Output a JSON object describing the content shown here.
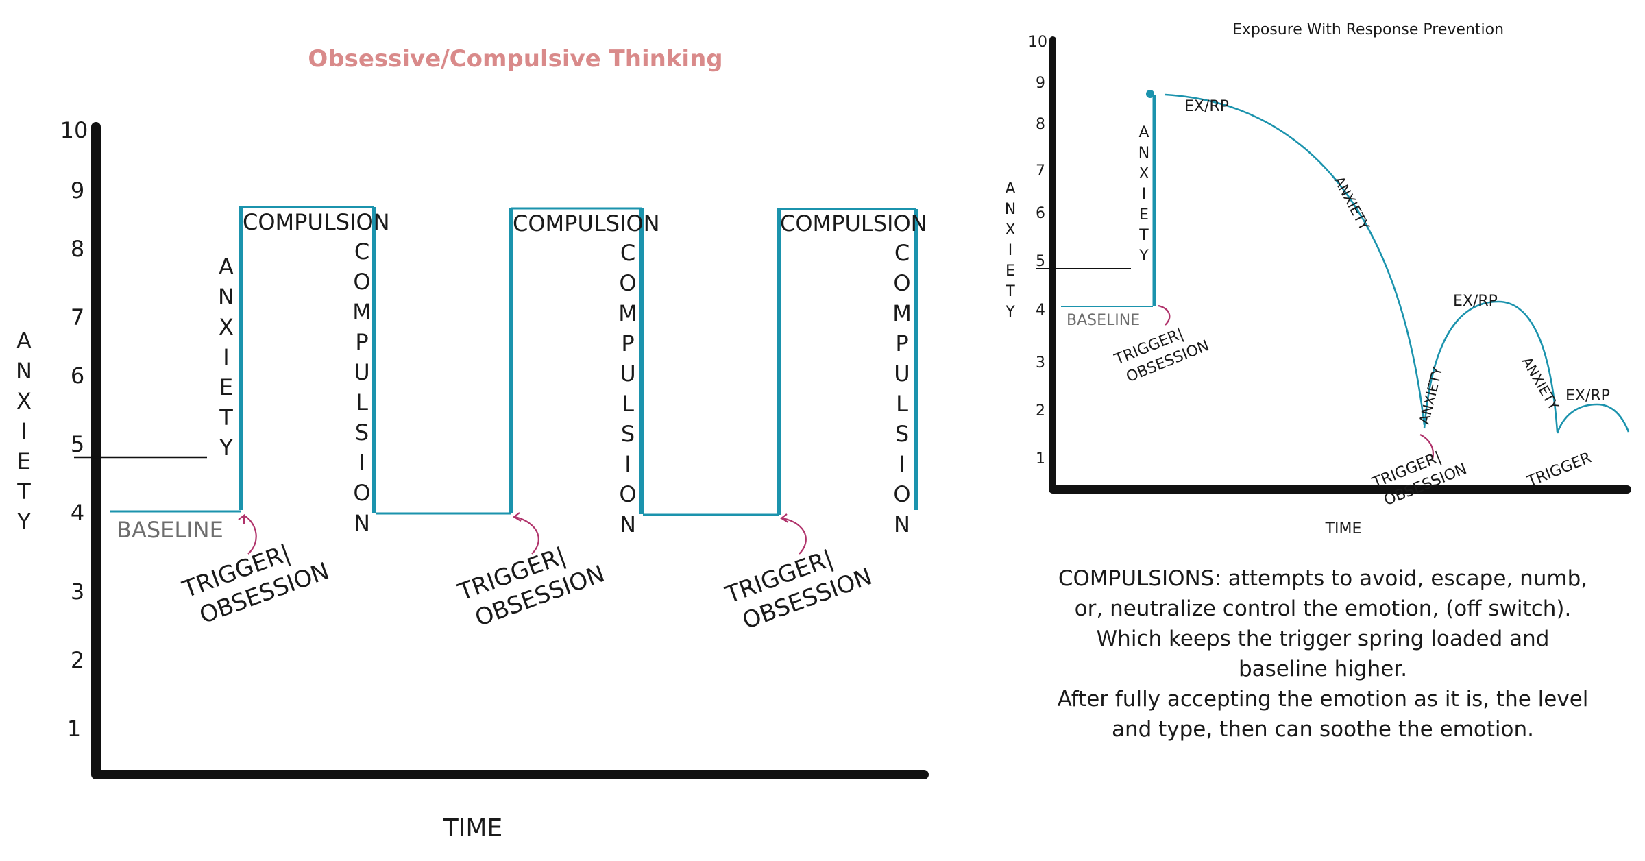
{
  "left_diagram": {
    "title": "Obsessive/Compulsive Thinking",
    "y_axis_label": "ANXIETY",
    "x_axis_label": "TIME",
    "y_ticks": [
      "1",
      "2",
      "3",
      "4",
      "5",
      "6",
      "7",
      "8",
      "9",
      "10"
    ],
    "baseline_label": "BASELINE",
    "anxiety_label": "ANXIETY",
    "compulsion_label": "COMPULSION",
    "trigger_line1": "TRIGGER|",
    "trigger_line2": "OBSESSION",
    "cycles": 3,
    "baseline_level": 4,
    "peak_level": 8.7,
    "reference_level": 5
  },
  "right_diagram": {
    "title": "Exposure With Response Prevention",
    "y_axis_label": "ANXIETY",
    "x_axis_label": "TIME",
    "y_ticks": [
      "1",
      "2",
      "3",
      "4",
      "5",
      "6",
      "7",
      "8",
      "9",
      "10"
    ],
    "baseline_label": "BASELINE",
    "anxiety_label": "ANXIETY",
    "exrp_label": "EX/RP",
    "trigger_obsession_line1": "TRIGGER|",
    "trigger_obsession_line2": "OBSESSION",
    "trigger_label": "TRIGGER"
  },
  "notes": {
    "lines": [
      "COMPULSIONS: attempts to avoid, escape, numb,",
      "or, neutralize control the emotion, (off switch).",
      "Which keeps the trigger spring loaded and",
      "baseline higher.",
      "After fully accepting the emotion as it is, the level",
      "and type, then can soothe the emotion."
    ]
  },
  "colors": {
    "teal": "#1b93ad",
    "trigger_arrow": "#b0336b",
    "title_pink": "#d98a8a",
    "axis": "#111111"
  }
}
